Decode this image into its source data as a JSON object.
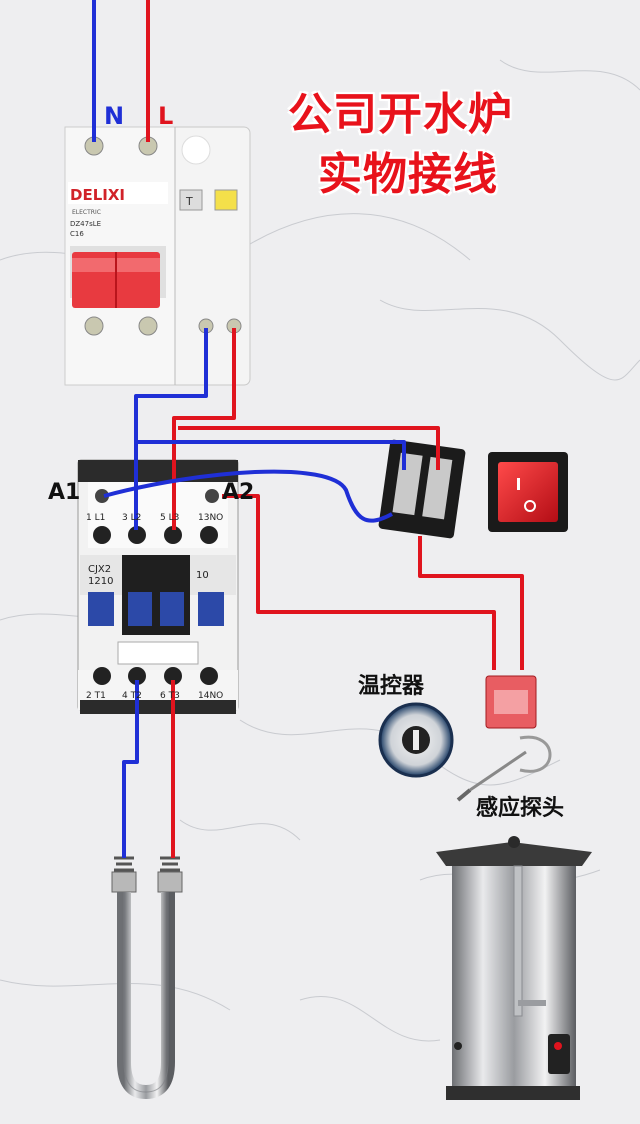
{
  "title": {
    "line1": "公司开水炉",
    "line2": "实物接线"
  },
  "power": {
    "neutral_label": "N",
    "live_label": "L"
  },
  "breaker": {
    "brand": "DELIXI",
    "brand_sub": "ELECTRIC",
    "model": "DZ47sLE",
    "rating": "C16",
    "test_button": "T"
  },
  "contactor": {
    "model_line1": "CJX2",
    "model_line2": "1210",
    "coil_left": "A1",
    "coil_right": "A2",
    "top_terminals": [
      "1 L1",
      "3 L2",
      "5 L3",
      "13NO"
    ],
    "bottom_terminals": [
      "2 T1",
      "4 T2",
      "6 T3",
      "14NO"
    ],
    "aux_label": "10"
  },
  "thermostat_label": "温控器",
  "probe_label": "感应探头",
  "colors": {
    "live": "#e0141e",
    "neutral": "#1f2fd6",
    "title": "#e8121b"
  }
}
